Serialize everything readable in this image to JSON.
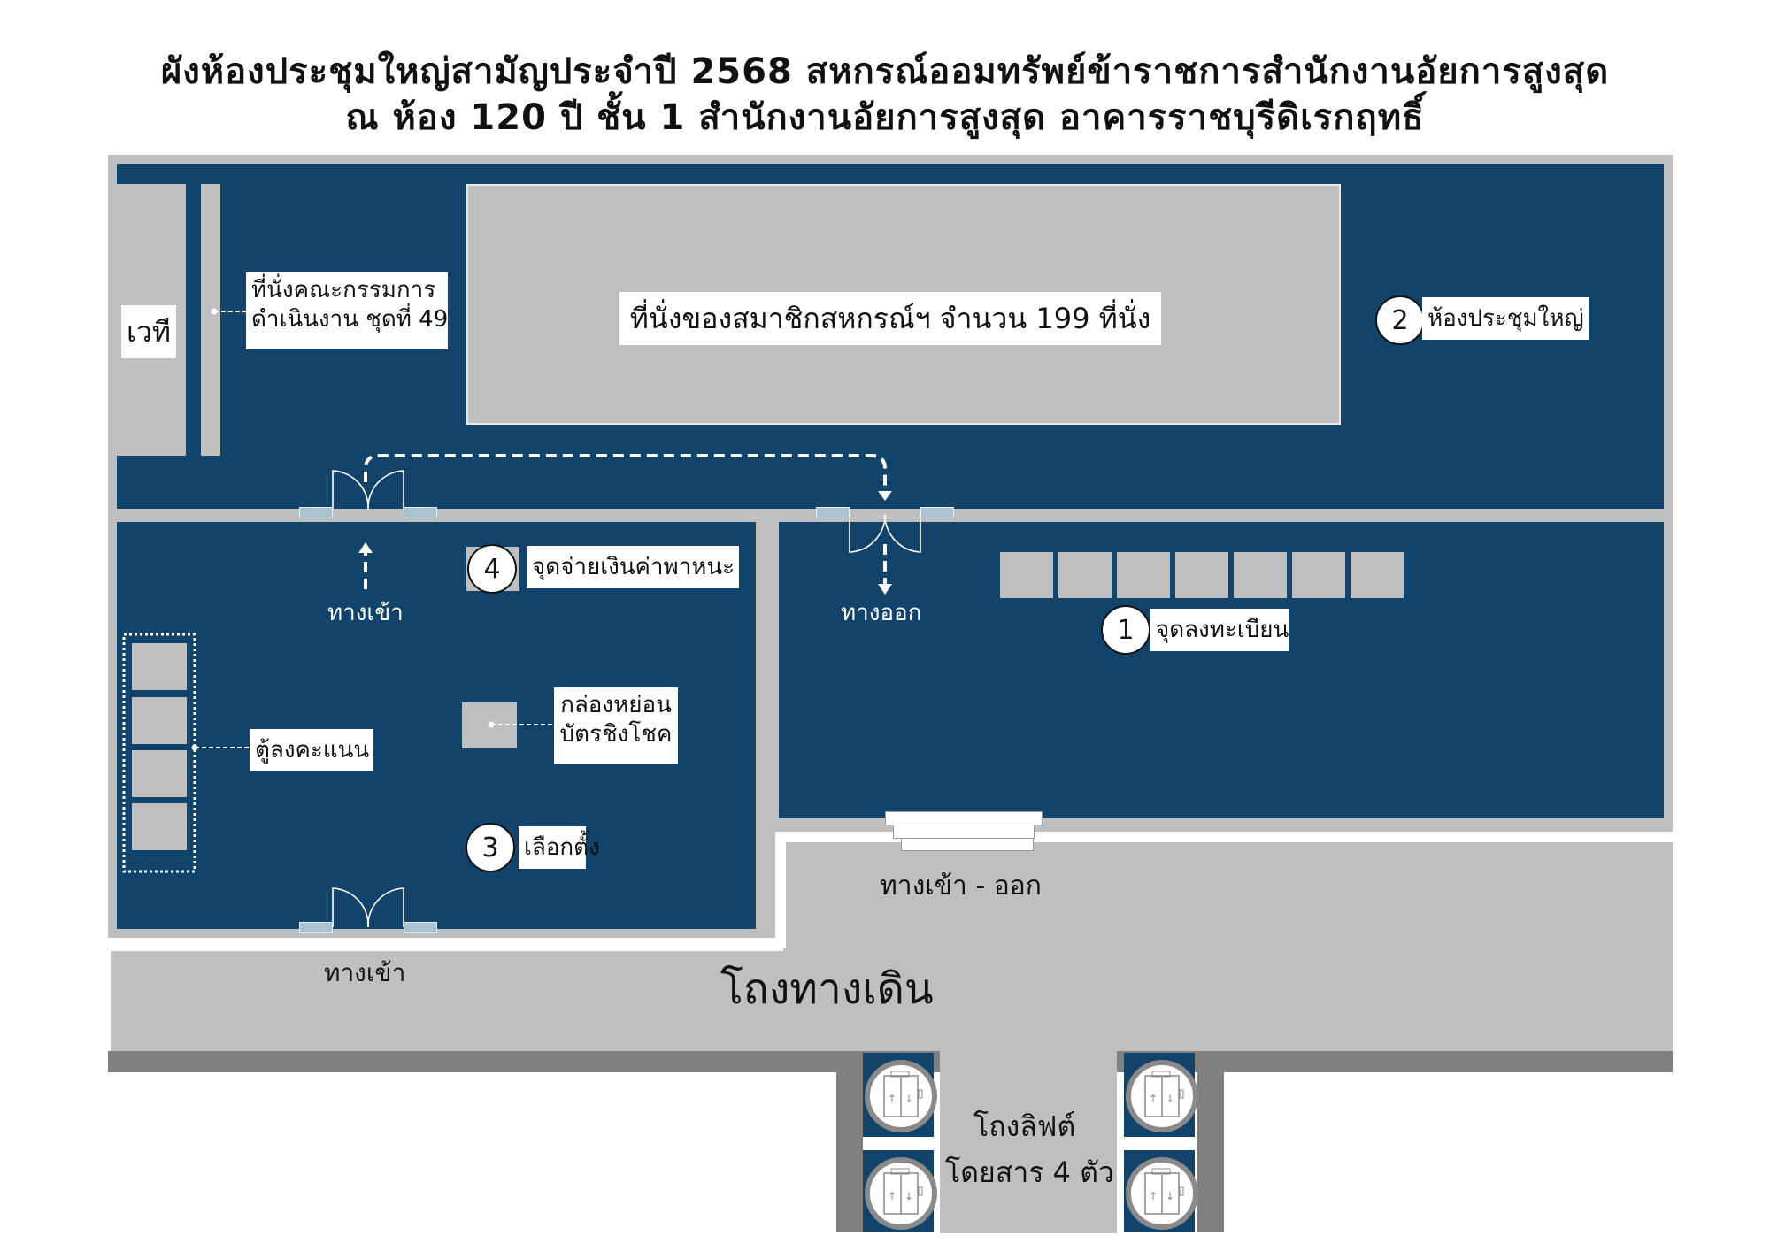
{
  "title": {
    "line1": "ผังห้องประชุมใหญ่สามัญประจำปี 2568 สหกรณ์ออมทรัพย์ข้าราชการสำนักงานอัยการสูงสุด",
    "line2": "ณ ห้อง 120 ปี ชั้น 1 สำนักงานอัยการสูงสุด อาคารราชบุรีดิเรกฤทธิ์"
  },
  "colors": {
    "room_fill": "#11436b",
    "furniture": "#bfbfbf",
    "wall": "#bfbfbf",
    "outer_strip": "#808080",
    "door_pad": "#a9c3d0",
    "label_bg": "#ffffff"
  },
  "main_hall": {
    "stage_label": "เวที",
    "committee_label_line1": "ที่นั่งคณะกรรมการ",
    "committee_label_line2": "ดำเนินงาน ชุดที่ 49",
    "member_seats_label": "ที่นั่งของสมาชิกสหกรณ์ฯ จำนวน 199 ที่นั่ง",
    "member_seat_count": 199,
    "station": {
      "number": "2",
      "label": "ห้องประชุมใหญ่"
    }
  },
  "left_room": {
    "entrance_top_label": "ทางเข้า",
    "payment": {
      "number": "4",
      "label": "จุดจ่ายเงินค่าพาหนะ"
    },
    "ballot_booth_label": "ตู้ลงคะแนน",
    "ballot_booth_count": 4,
    "lucky_box_line1": "กล่องหย่อน",
    "lucky_box_line2": "บัตรชิงโชค",
    "election": {
      "number": "3",
      "label": "เลือกตั้ง"
    },
    "entrance_bottom_label": "ทางเข้า"
  },
  "right_room": {
    "exit_label": "ทางออก",
    "registration": {
      "number": "1",
      "label": "จุดลงทะเบียน"
    },
    "registration_desk_count": 7,
    "entrance_exit_label": "ทางเข้า - ออก"
  },
  "walkway": {
    "label": "โถงทางเดิน"
  },
  "lift_lobby": {
    "line1": "โถงลิฟต์",
    "line2": "โดยสาร 4 ตัว",
    "elevator_count": 4
  }
}
